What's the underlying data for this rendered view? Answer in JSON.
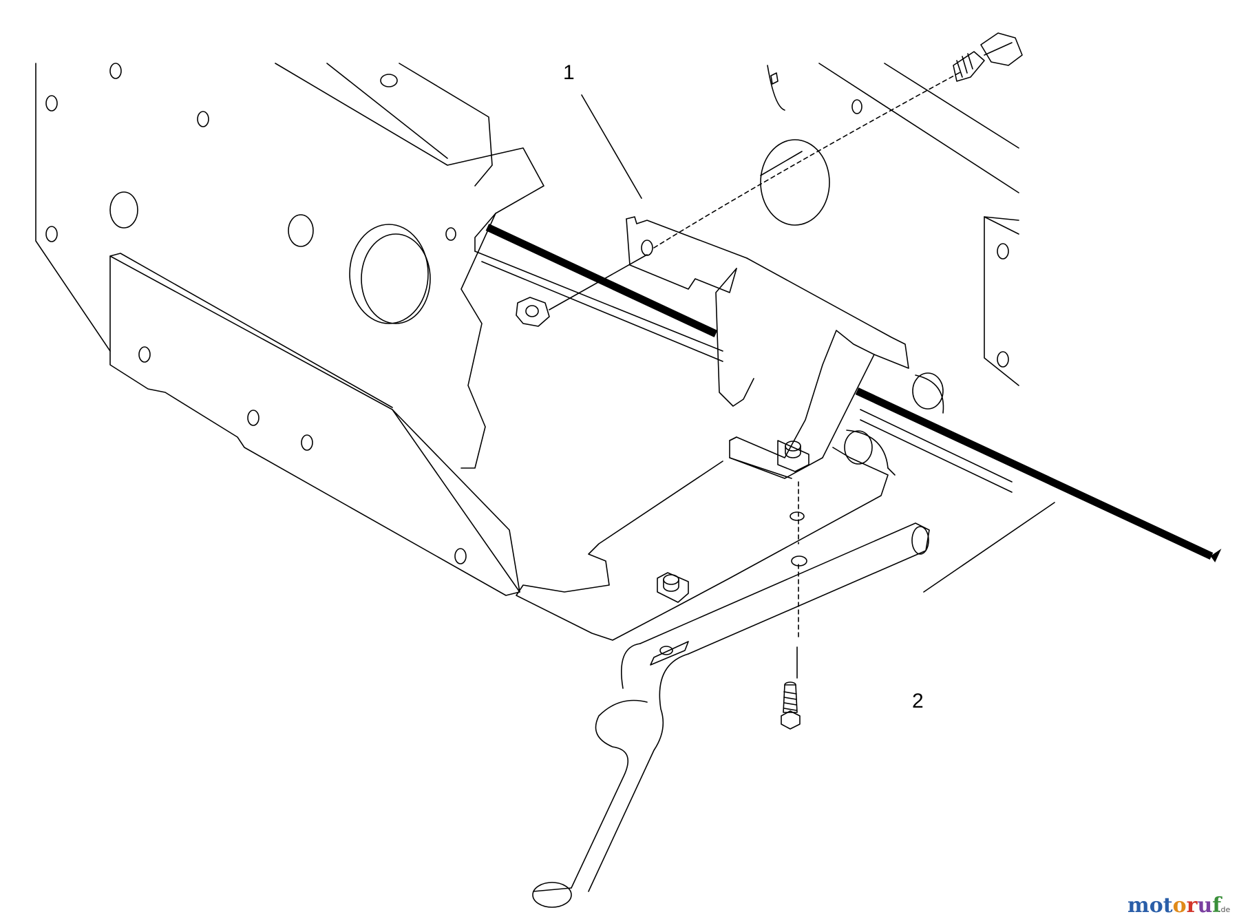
{
  "diagram": {
    "callouts": [
      {
        "id": "1",
        "label": "1"
      },
      {
        "id": "2",
        "label": "2"
      }
    ]
  },
  "watermark": {
    "text": "motoruf",
    "suffix": ".de",
    "letter_colors": [
      "#2a5ea8",
      "#2a5ea8",
      "#2a5ea8",
      "#e08a1a",
      "#d2352b",
      "#7a3fa0",
      "#3a8f3a"
    ]
  },
  "colors": {
    "line": "#000000",
    "background": "#ffffff"
  }
}
